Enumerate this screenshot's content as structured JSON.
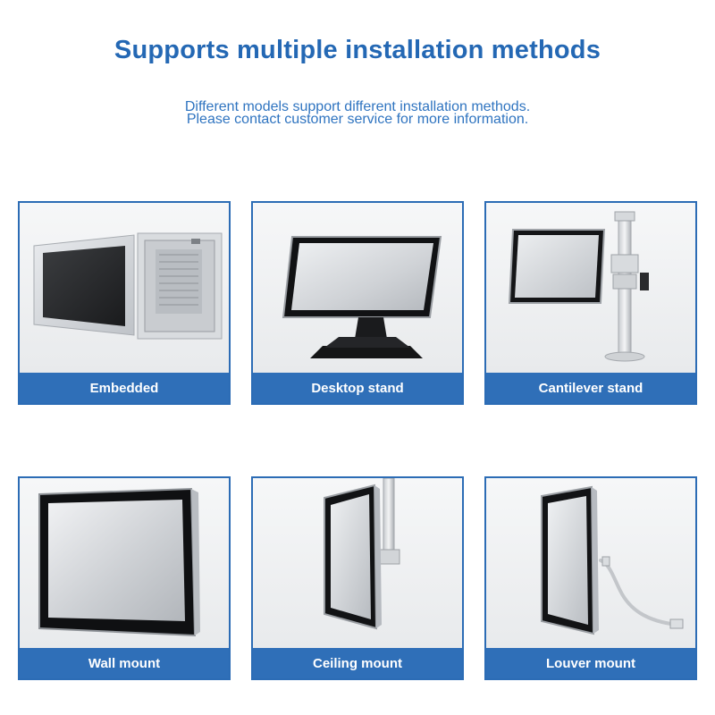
{
  "header": {
    "title": "Supports multiple installation methods",
    "subtitle_line1": "Different models support different installation methods.",
    "subtitle_line2": "Please contact customer service for more information."
  },
  "methods": [
    {
      "label": "Embedded",
      "icon": "embedded-panel-image"
    },
    {
      "label": "Desktop stand",
      "icon": "desktop-stand-image"
    },
    {
      "label": "Cantilever stand",
      "icon": "cantilever-stand-image"
    },
    {
      "label": "Wall mount",
      "icon": "wall-mount-image"
    },
    {
      "label": "Ceiling mount",
      "icon": "ceiling-mount-image"
    },
    {
      "label": "Louver mount",
      "icon": "louver-mount-image"
    }
  ],
  "colors": {
    "title_blue": "#2468b4",
    "label_bar_blue": "#2f6fb8",
    "card_border": "#2c6cb5"
  }
}
